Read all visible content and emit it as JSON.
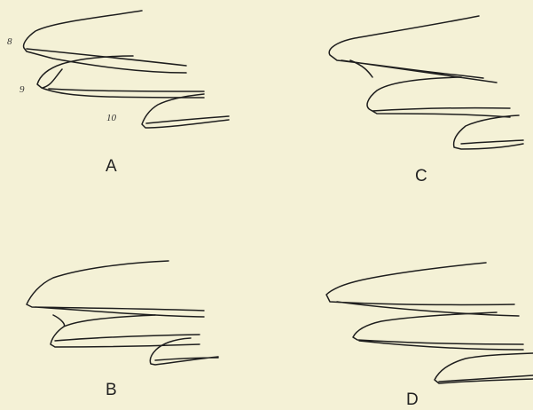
{
  "figure": {
    "panels": [
      {
        "id": "A",
        "label": "A",
        "number_labels": [
          "8",
          "9",
          "10"
        ]
      },
      {
        "id": "B",
        "label": "B"
      },
      {
        "id": "C",
        "label": "C"
      },
      {
        "id": "D",
        "label": "D"
      }
    ]
  }
}
